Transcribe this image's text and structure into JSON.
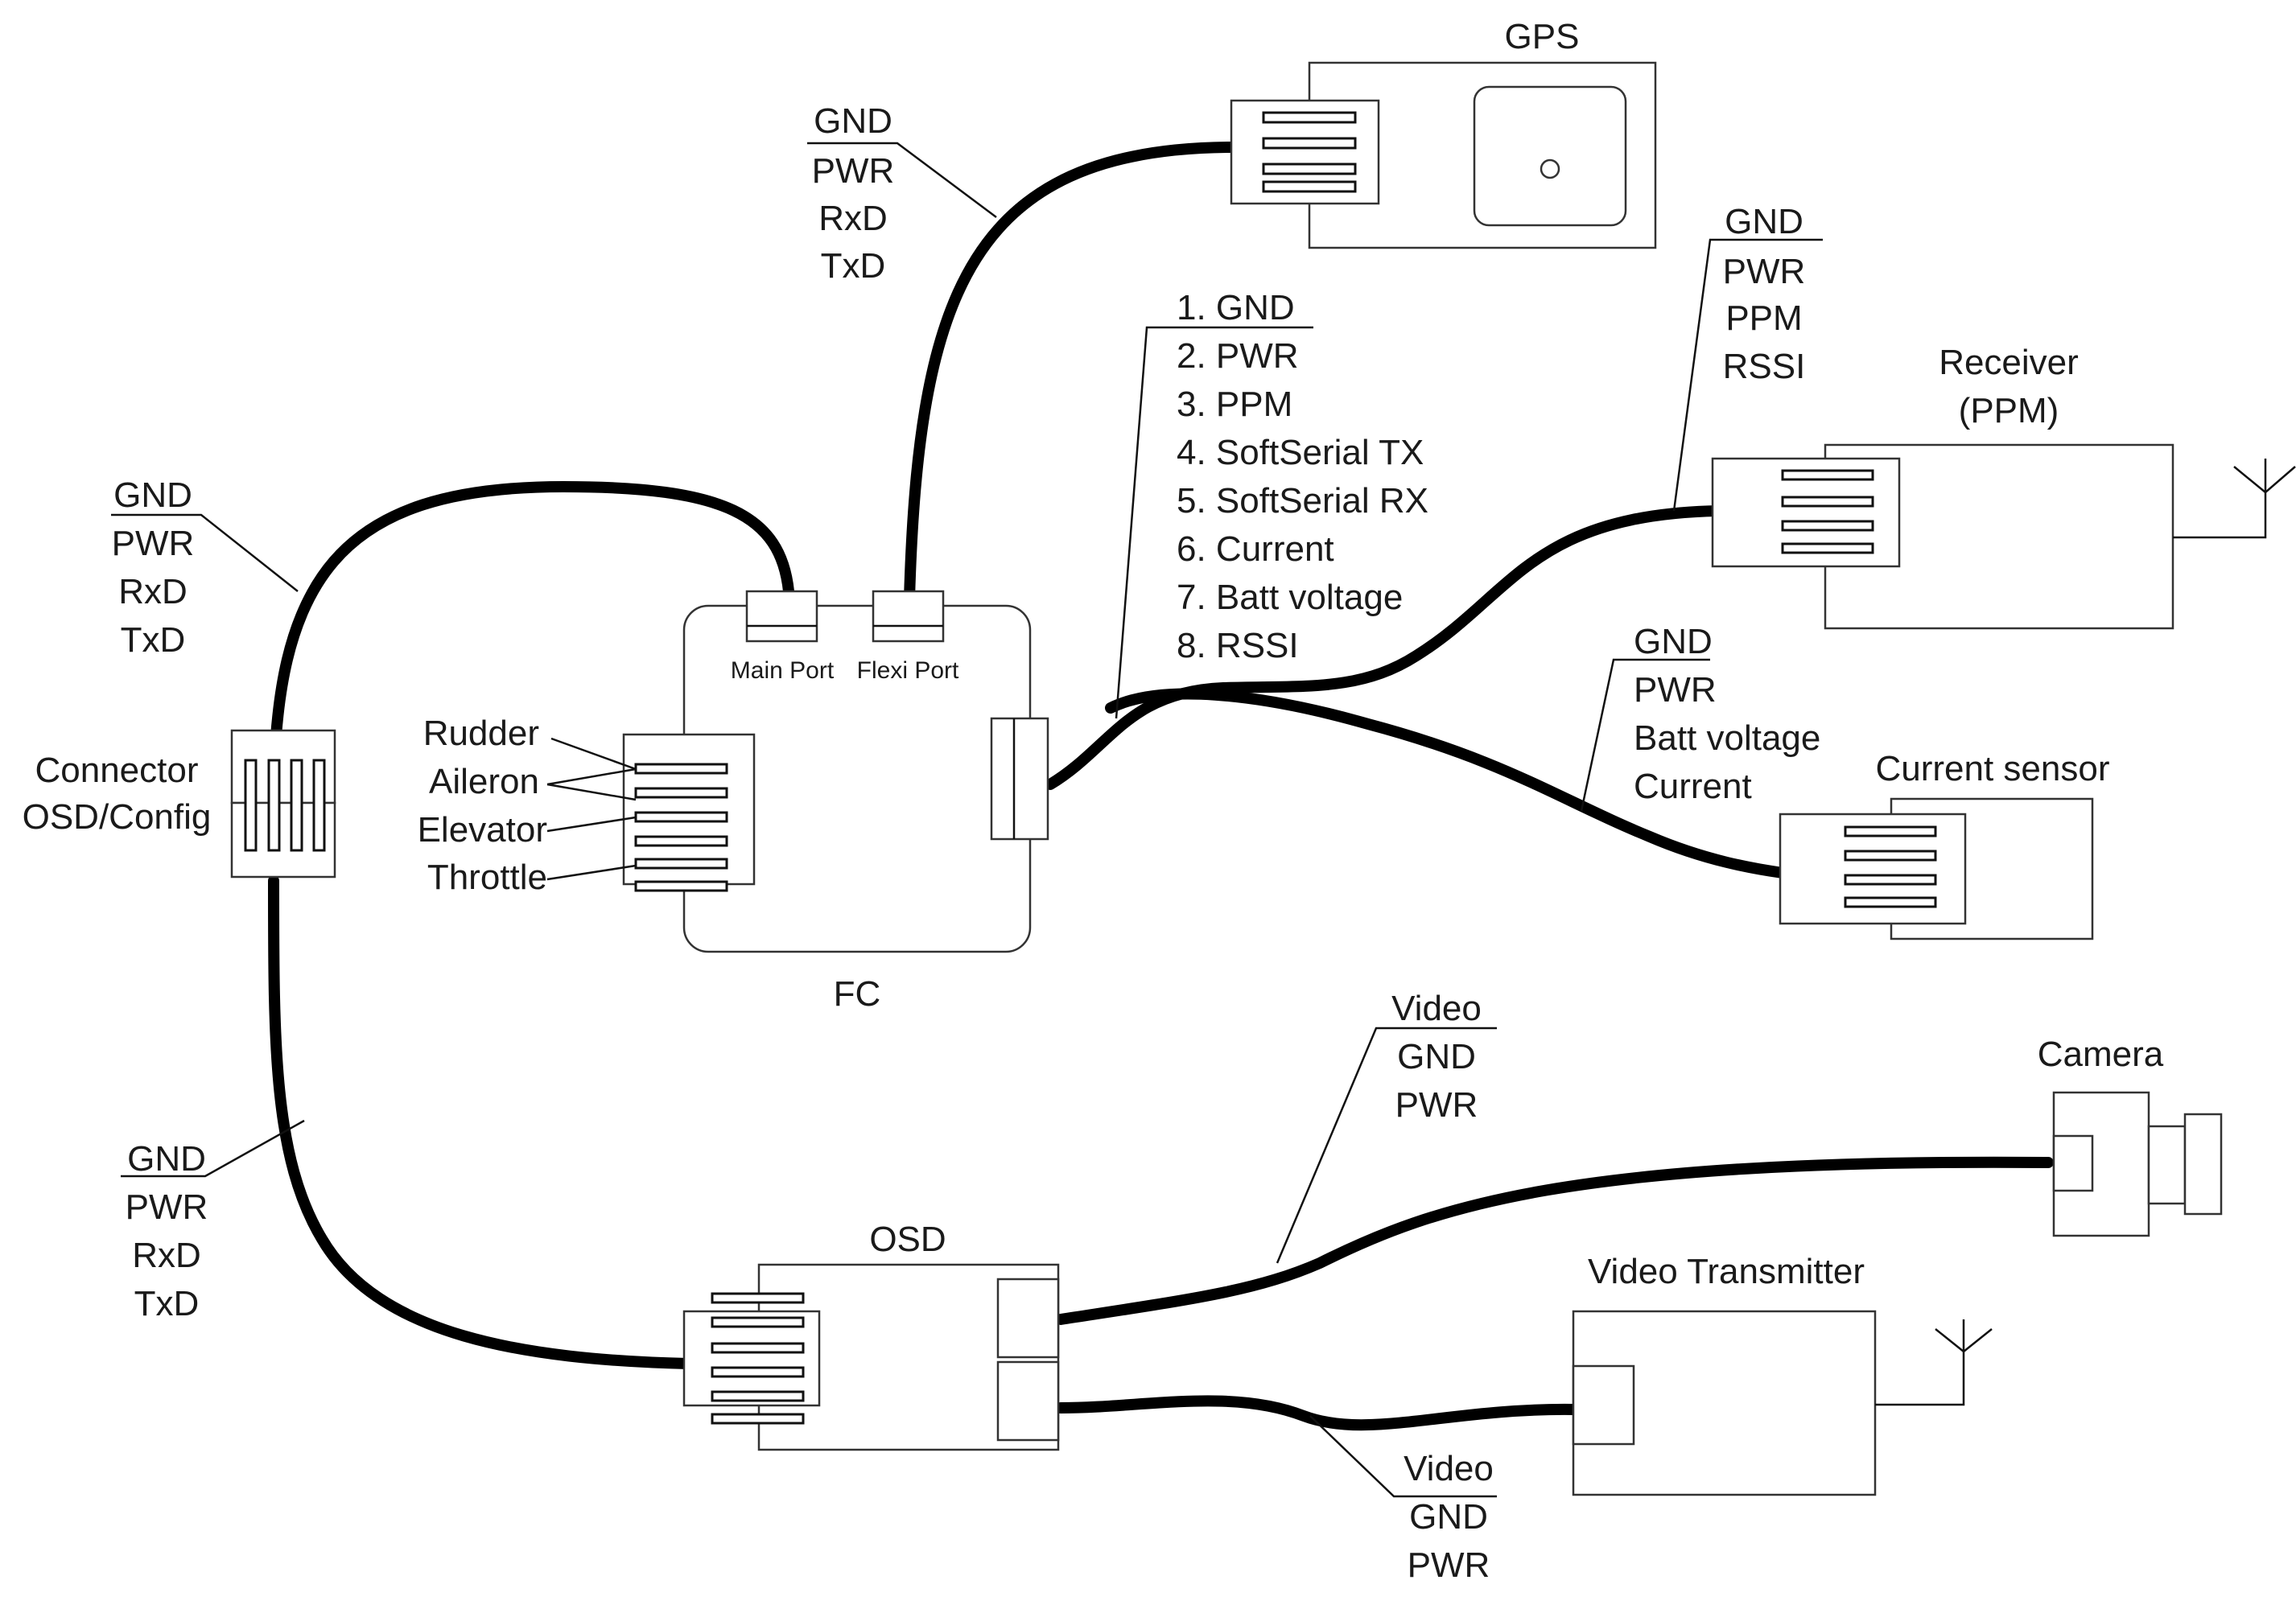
{
  "components": {
    "gps": "GPS",
    "receiver": [
      "Receiver",
      "(PPM)"
    ],
    "current_sensor": "Current sensor",
    "camera": "Camera",
    "video_transmitter": "Video Transmitter",
    "osd": "OSD",
    "fc": "FC",
    "connector": [
      "Connector",
      "OSD/Config"
    ]
  },
  "fc_ports": {
    "main": "Main Port",
    "flexi": "Flexi Port"
  },
  "fc_inputs": [
    "Rudder",
    "Aileron",
    "Elevator",
    "Throttle"
  ],
  "pinouts": {
    "gps_cable": [
      "GND",
      "PWR",
      "RxD",
      "TxD"
    ],
    "connector_top": [
      "GND",
      "PWR",
      "RxD",
      "TxD"
    ],
    "connector_bottom": [
      "GND",
      "PWR",
      "RxD",
      "TxD"
    ],
    "fc_side": [
      "1. GND",
      "2. PWR",
      "3. PPM",
      "4. SoftSerial TX",
      "5. SoftSerial RX",
      "6. Current",
      "7. Batt voltage",
      "8. RSSI"
    ],
    "receiver_cable": [
      "GND",
      "PWR",
      "PPM",
      "RSSI"
    ],
    "current_cable": [
      "GND",
      "PWR",
      "Batt voltage",
      "Current"
    ],
    "camera_cable": [
      "Video",
      "GND",
      "PWR"
    ],
    "vtx_cable": [
      "Video",
      "GND",
      "PWR"
    ]
  },
  "colors": {
    "cable": "#000000",
    "outline": "#333333",
    "text": "#1a1a1a"
  }
}
